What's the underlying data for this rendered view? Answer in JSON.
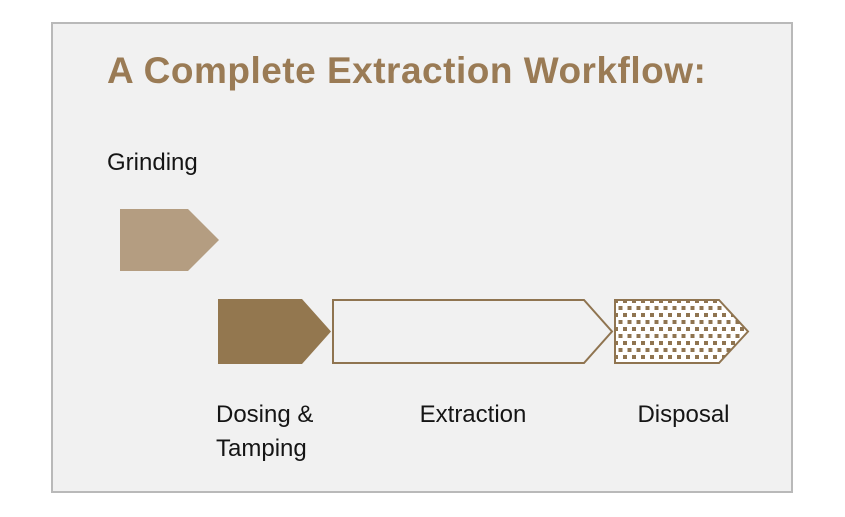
{
  "title": "A Complete Extraction Workflow:",
  "steps": [
    {
      "label": "Grinding",
      "style": "solid-light",
      "icon": "arrow-right-chevron"
    },
    {
      "label": "Dosing & Tamping",
      "style": "solid-dark",
      "icon": "arrow-right-chevron"
    },
    {
      "label": "Extraction",
      "style": "outline",
      "icon": "arrow-right-chevron"
    },
    {
      "label": "Disposal",
      "style": "checker-pattern",
      "icon": "arrow-right-chevron"
    }
  ],
  "colors": {
    "card_bg": "#f1f1f1",
    "card_border": "#b9b9b9",
    "title_color": "#9a7b55",
    "label_color": "#151515",
    "step1_fill": "#b49d81",
    "step2_fill": "#93774f",
    "outline_color": "#8f7450"
  }
}
